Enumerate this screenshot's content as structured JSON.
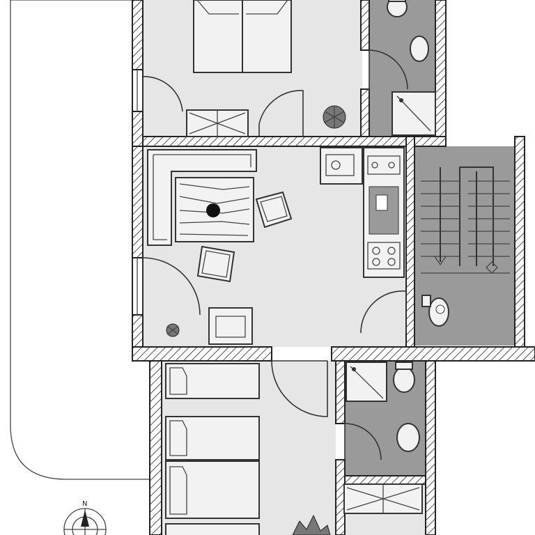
{
  "plan": {
    "compass_letter": "N",
    "rooms": [
      {
        "id": "bedroom-top"
      },
      {
        "id": "bathroom-top"
      },
      {
        "id": "living-room"
      },
      {
        "id": "kitchen"
      },
      {
        "id": "staircase"
      },
      {
        "id": "bedroom-bottom"
      },
      {
        "id": "bathroom-bottom"
      }
    ]
  }
}
